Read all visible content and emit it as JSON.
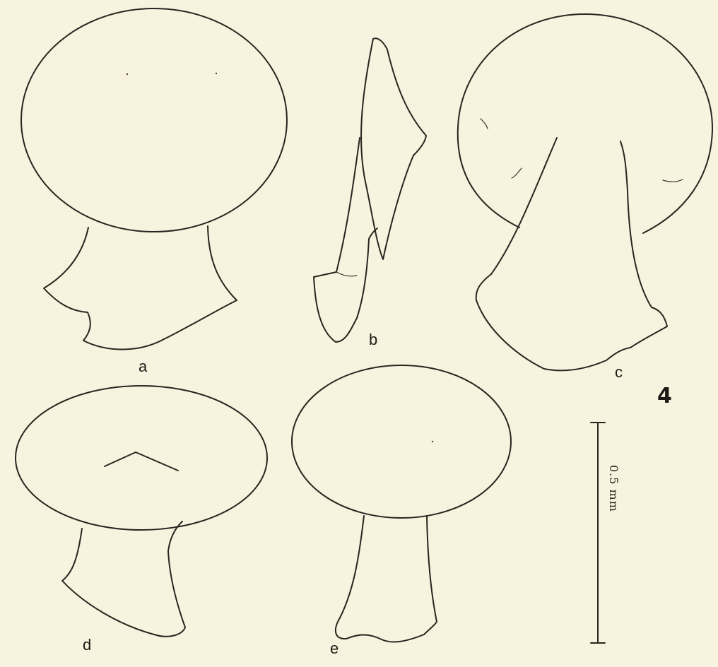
{
  "panels": [
    {
      "id": "a",
      "label": "a"
    },
    {
      "id": "b",
      "label": "b"
    },
    {
      "id": "c",
      "label": "c"
    },
    {
      "id": "d",
      "label": "d"
    },
    {
      "id": "e",
      "label": "e"
    }
  ],
  "figure_number": "4",
  "scale_bar": {
    "label": "0.5 mm",
    "value": 0.5,
    "unit": "mm"
  },
  "colors": {
    "paper": "#f8f3de",
    "ink": "#2a2520"
  }
}
